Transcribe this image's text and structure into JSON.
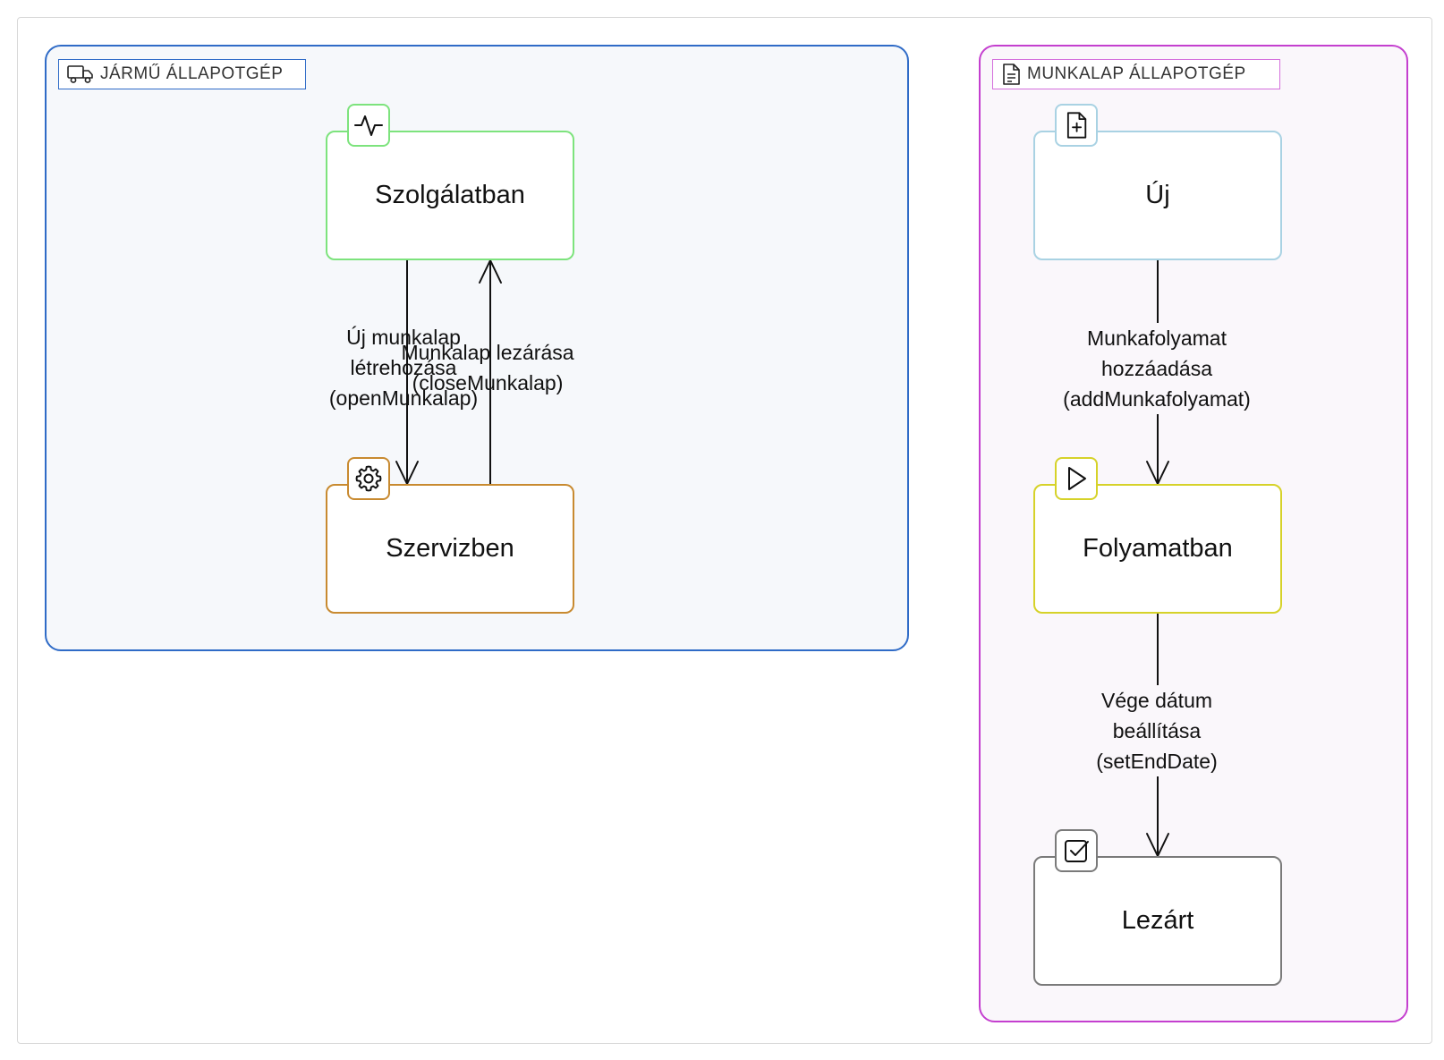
{
  "groups": {
    "vehicle": {
      "title": "JÁRMŰ ÁLLAPOTGÉP",
      "icon": "truck-icon",
      "color": "#2f6bc7"
    },
    "worksheet": {
      "title": "MUNKALAP ÁLLAPOTGÉP",
      "icon": "document-icon",
      "color": "#c43fcf"
    }
  },
  "states": {
    "szolgalatban": {
      "label": "Szolgálatban",
      "icon": "activity-icon",
      "color": "#7de37d"
    },
    "szervizben": {
      "label": "Szervizben",
      "icon": "gear-icon",
      "color": "#c88a30"
    },
    "uj": {
      "label": "Új",
      "icon": "file-plus-icon",
      "color": "#a9d2e3"
    },
    "folyamatban": {
      "label": "Folyamatban",
      "icon": "play-icon",
      "color": "#d6d229"
    },
    "lezart": {
      "label": "Lezárt",
      "icon": "checkbox-icon",
      "color": "#7a7a7a"
    }
  },
  "transitions": {
    "open": {
      "line1": "Új munkalap",
      "line2": "létrehozása",
      "line3": "(openMunkalap)"
    },
    "close": {
      "line1": "Munkalap lezárása",
      "line2": "(closeMunkalap)"
    },
    "add": {
      "line1": "Munkafolyamat",
      "line2": "hozzáadása",
      "line3": "(addMunkafolyamat)"
    },
    "end": {
      "line1": "Vége dátum",
      "line2": "beállítása",
      "line3": "(setEndDate)"
    }
  }
}
